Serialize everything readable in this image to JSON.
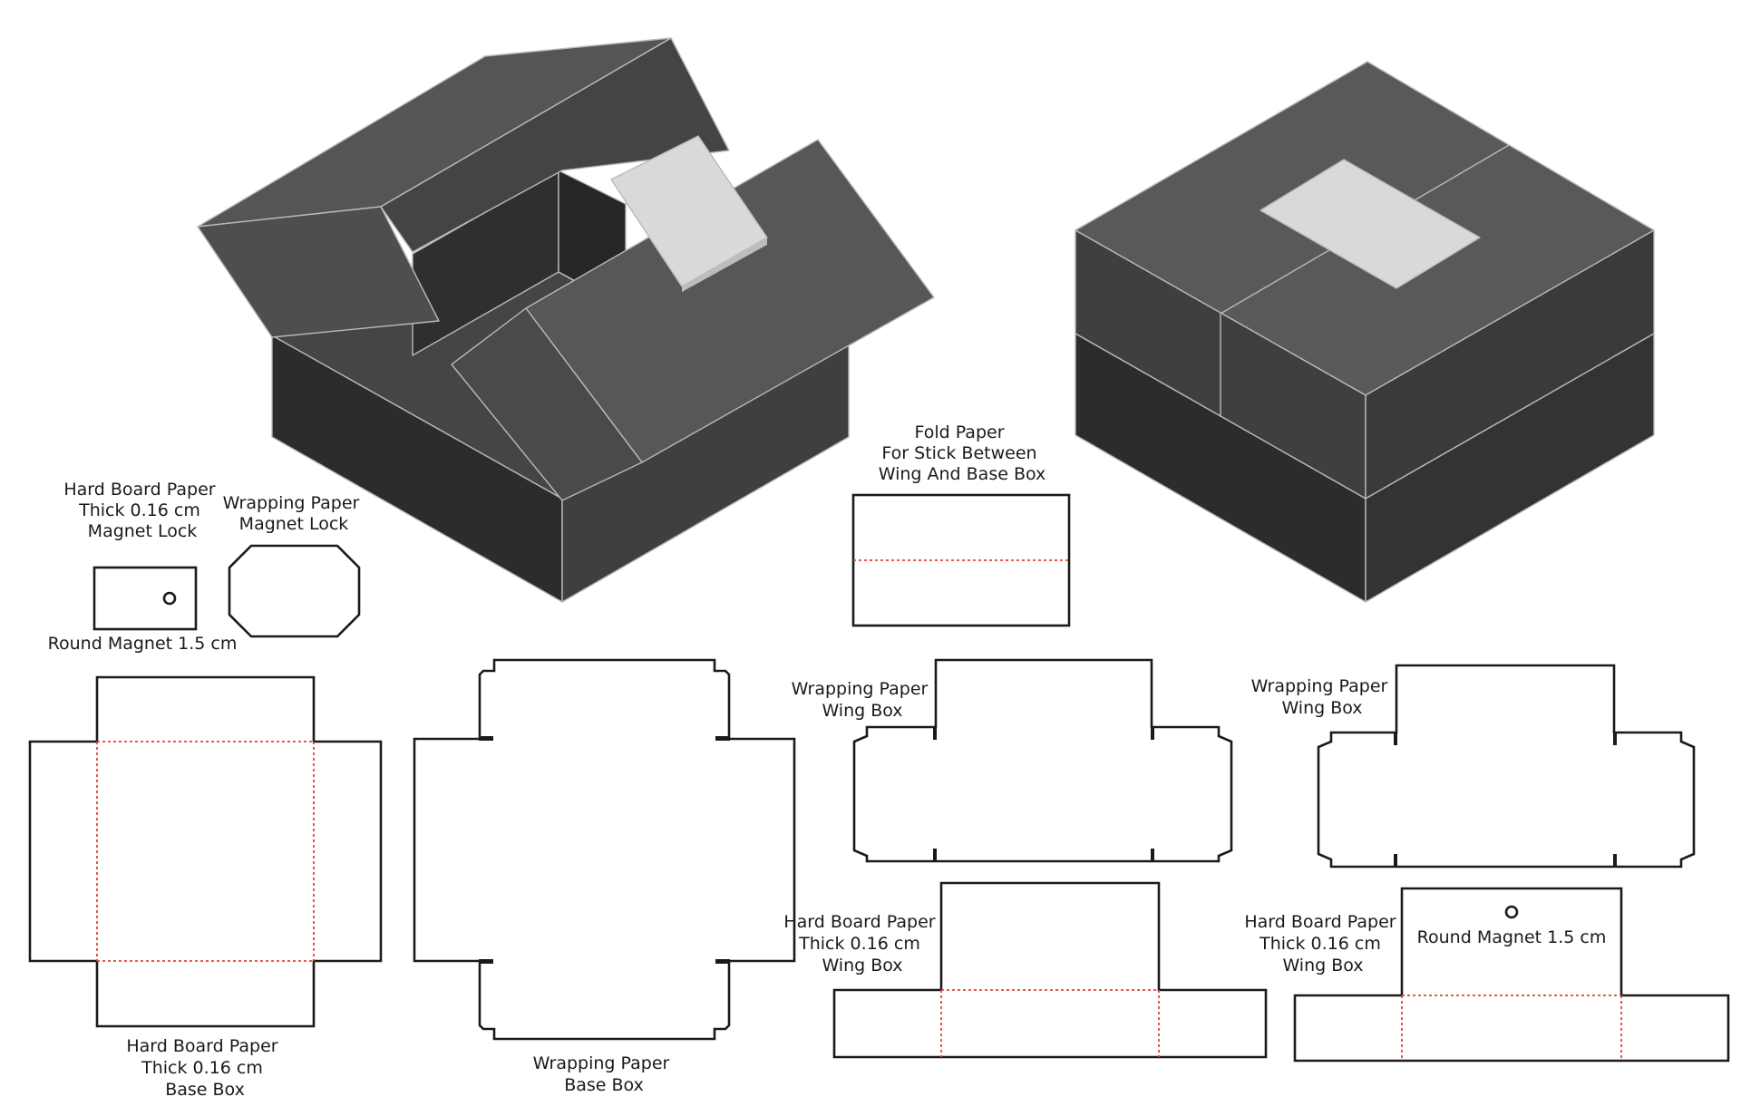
{
  "colors": {
    "box_dark": "#2c2c2c",
    "box_mid": "#3f3f3f",
    "box_light": "#595959",
    "panel": "#d9d9d9",
    "edge": "#b9b9b9",
    "cut_line": "#1a1a1a",
    "fold_line": "#e0443e"
  },
  "labels": {
    "hb_magnet_lock": [
      "Hard Board Paper",
      "Thick 0.16 cm",
      "Magnet Lock"
    ],
    "wp_magnet_lock": [
      "Wrapping Paper",
      "Magnet Lock"
    ],
    "round_magnet_small": "Round Magnet 1.5 cm",
    "fold_paper": [
      "Fold Paper",
      "For Stick Between",
      "Wing And Base Box"
    ],
    "hb_base_box": [
      "Hard Board Paper",
      "Thick 0.16 cm",
      "Base Box"
    ],
    "wp_base_box": [
      "Wrapping Paper",
      "Base Box"
    ],
    "wp_wing_box_1": [
      "Wrapping Paper",
      "Wing Box"
    ],
    "wp_wing_box_2": [
      "Wrapping Paper",
      "Wing Box"
    ],
    "hb_wing_box_1": [
      "Hard Board Paper",
      "Thick 0.16 cm",
      "Wing Box"
    ],
    "hb_wing_box_2": [
      "Hard Board Paper",
      "Thick 0.16 cm",
      "Wing Box"
    ],
    "round_magnet_wing": "Round Magnet 1.5 cm"
  }
}
